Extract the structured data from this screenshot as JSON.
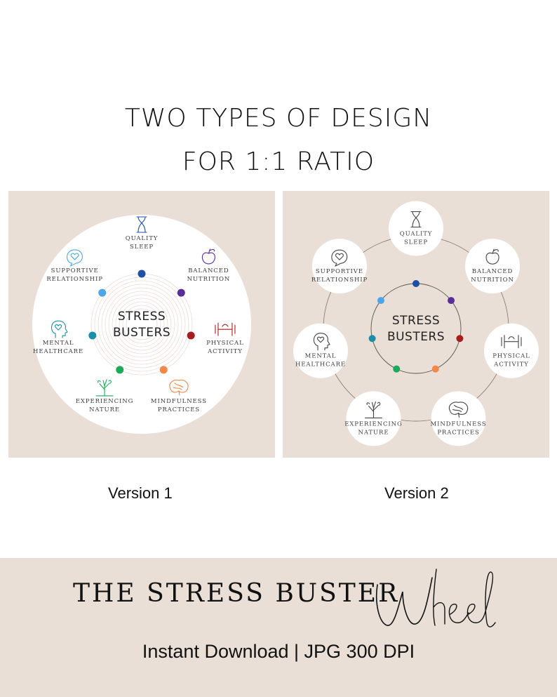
{
  "header": {
    "line1": "TWO TYPES OF DESIGN",
    "line2": "FOR 1:1 RATIO"
  },
  "wheel": {
    "center_line1": "STRESS",
    "center_line2": "BUSTERS",
    "items": [
      {
        "line1": "QUALITY",
        "line2": "SLEEP",
        "icon": "hourglass-icon",
        "color": "#1f4fa3"
      },
      {
        "line1": "BALANCED",
        "line2": "NUTRITION",
        "icon": "apple-icon",
        "color": "#5a2d9c"
      },
      {
        "line1": "PHYSICAL",
        "line2": "ACTIVITY",
        "icon": "dumbbell-icon",
        "color": "#a51e1e"
      },
      {
        "line1": "MINDFULNESS",
        "line2": "PRACTICES",
        "icon": "brain-icon",
        "color": "#f0884a"
      },
      {
        "line1": "EXPERIENCING",
        "line2": "NATURE",
        "icon": "tree-icon",
        "color": "#1aab5a"
      },
      {
        "line1": "MENTAL",
        "line2": "HEALTHCARE",
        "icon": "head-heart-icon",
        "color": "#1a8fa8"
      },
      {
        "line1": "SUPPORTIVE",
        "line2": "RELATIONSHIP",
        "icon": "speech-heart-icon",
        "color": "#4aa6e8"
      }
    ]
  },
  "versions": {
    "v1": "Version 1",
    "v2": "Version 2"
  },
  "footer": {
    "title": "THE STRESS BUSTER",
    "script_word": "Wheel",
    "subtitle": "Instant Download | JPG 300 DPI"
  }
}
